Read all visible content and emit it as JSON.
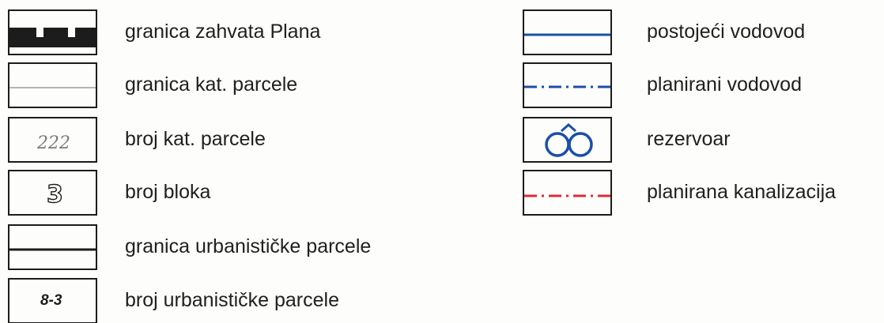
{
  "legend": {
    "left": [
      {
        "symbol": "plan-boundary-icon",
        "label": "granica zahvata Plana"
      },
      {
        "symbol": "cadastral-boundary-icon",
        "label": "granica kat. parcele"
      },
      {
        "symbol": "cadastral-number-icon",
        "symbol_text": "222",
        "label": "broj kat. parcele"
      },
      {
        "symbol": "block-number-icon",
        "symbol_text": "3",
        "label": "broj bloka"
      },
      {
        "symbol": "urban-boundary-icon",
        "label": "granica urbanističke parcele"
      },
      {
        "symbol": "urban-number-icon",
        "symbol_text": "8-3",
        "label": "broj urbanističke  parcele"
      }
    ],
    "right": [
      {
        "symbol": "existing-water-line-icon",
        "label": "postojeći vodovod"
      },
      {
        "symbol": "planned-water-line-icon",
        "label": "planirani vodovod"
      },
      {
        "symbol": "reservoir-icon",
        "label": "rezervoar"
      },
      {
        "symbol": "planned-sewer-icon",
        "label": "planirana kanalizacija"
      }
    ]
  },
  "colors": {
    "outline": "#1c1c1c",
    "water": "#1a4fa8",
    "sewer": "#e0293a",
    "muted": "#7a7a7a"
  }
}
